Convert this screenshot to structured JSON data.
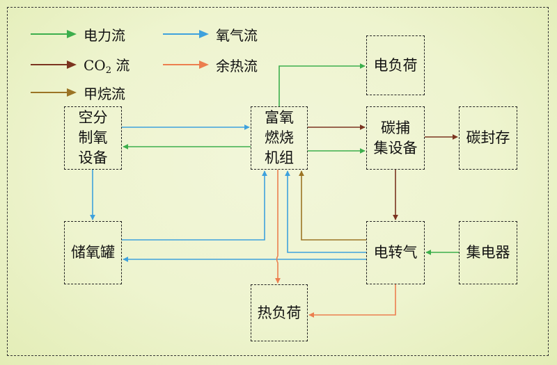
{
  "colors": {
    "electricity": "#3cae4c",
    "oxygen": "#3ea1dd",
    "co2": "#7b3420",
    "waste_heat": "#ec7e4f",
    "methane": "#9b7425"
  },
  "legend": {
    "electricity": "电力流",
    "oxygen": "氧气流",
    "co2_prefix": "CO",
    "co2_sub": "2",
    "co2_suffix": " 流",
    "waste_heat": "余热流",
    "methane": "甲烷流"
  },
  "nodes": {
    "air_separation": "空分制氧设备",
    "oxy_fuel": "富氧燃烧机组",
    "electric_load": "电负荷",
    "carbon_capture": "碳捕集设备",
    "carbon_storage": "碳封存",
    "oxygen_tank": "储氧罐",
    "power_to_gas": "电转气",
    "collector": "集电器",
    "heat_load": "热负荷"
  },
  "flows": [
    {
      "from": "oxy_fuel",
      "to": "electric_load",
      "type": "electricity"
    },
    {
      "from": "oxy_fuel",
      "to": "carbon_capture",
      "type": "electricity"
    },
    {
      "from": "oxy_fuel",
      "to": "air_separation",
      "type": "electricity"
    },
    {
      "from": "collector",
      "to": "power_to_gas",
      "type": "electricity"
    },
    {
      "from": "air_separation",
      "to": "oxy_fuel",
      "type": "oxygen"
    },
    {
      "from": "air_separation",
      "to": "oxygen_tank",
      "type": "oxygen"
    },
    {
      "from": "oxygen_tank",
      "to": "oxy_fuel",
      "type": "oxygen"
    },
    {
      "from": "power_to_gas",
      "to": "oxy_fuel",
      "type": "oxygen"
    },
    {
      "from": "power_to_gas",
      "to": "oxygen_tank",
      "type": "oxygen"
    },
    {
      "from": "oxy_fuel",
      "to": "carbon_capture",
      "type": "co2"
    },
    {
      "from": "carbon_capture",
      "to": "carbon_storage",
      "type": "co2"
    },
    {
      "from": "carbon_capture",
      "to": "power_to_gas",
      "type": "co2"
    },
    {
      "from": "power_to_gas",
      "to": "oxy_fuel",
      "type": "methane"
    },
    {
      "from": "oxy_fuel",
      "to": "heat_load",
      "type": "waste_heat"
    },
    {
      "from": "power_to_gas",
      "to": "heat_load",
      "type": "waste_heat"
    }
  ]
}
